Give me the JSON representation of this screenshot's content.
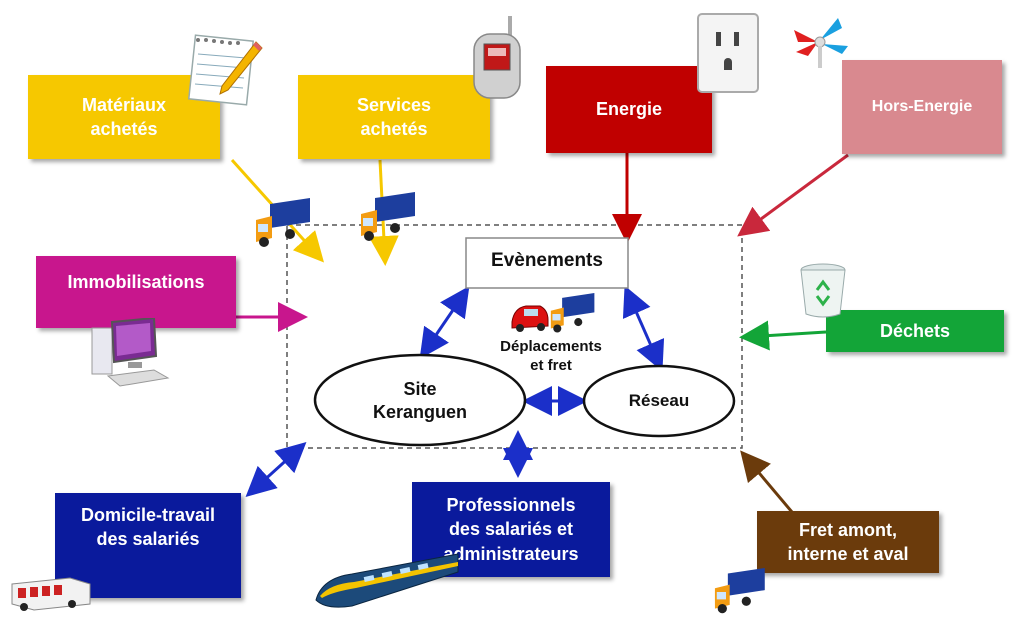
{
  "colors": {
    "materiaux": "#f6c800",
    "services": "#f6c800",
    "energie": "#c00000",
    "hors_energie": "#d9898f",
    "immobilisations": "#c8168d",
    "dechets": "#13a538",
    "domicile": "#0a1a9c",
    "professionnels": "#0a1a9c",
    "fret": "#6b3b0c",
    "arrow_blue": "#1b2fc9"
  },
  "boxes": {
    "materiaux": "Matériaux\nachetés",
    "services": "Services\nachetés",
    "energie": "Energie",
    "hors_energie": "Hors-Energie",
    "immobilisations": "Immobilisations",
    "dechets": "Déchets",
    "domicile": "Domicile-travail\ndes salariés",
    "professionnels": "Professionnels\ndes salariés et\nadministrateurs",
    "fret": "Fret amont,\ninterne et aval"
  },
  "center": {
    "evenements": "Evènements",
    "site": "Site\nKeranguen",
    "reseau": "Réseau",
    "deplacements": "Déplacements\net fret"
  },
  "icons": [
    "notepad-icon",
    "phone-icon",
    "power-outlet-icon",
    "fan-icon",
    "truck-icon",
    "computer-icon",
    "trash-bin-icon",
    "car-icon",
    "bus-icon",
    "train-icon"
  ]
}
